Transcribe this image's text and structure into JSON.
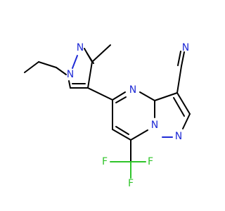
{
  "colors": {
    "carbon_bond": "#000000",
    "nitrogen": "#1f2bd6",
    "fluorine": "#2fc42a",
    "background": "#ffffff"
  },
  "atoms": {
    "n_pz1_n1": "N",
    "n_pz1_n2": "N",
    "n_pym": "N",
    "n_bridge": "N",
    "n_pz2": "N",
    "n_nitrile": "N",
    "f_left": "F",
    "f_bottom": "F",
    "f_right": "F"
  }
}
